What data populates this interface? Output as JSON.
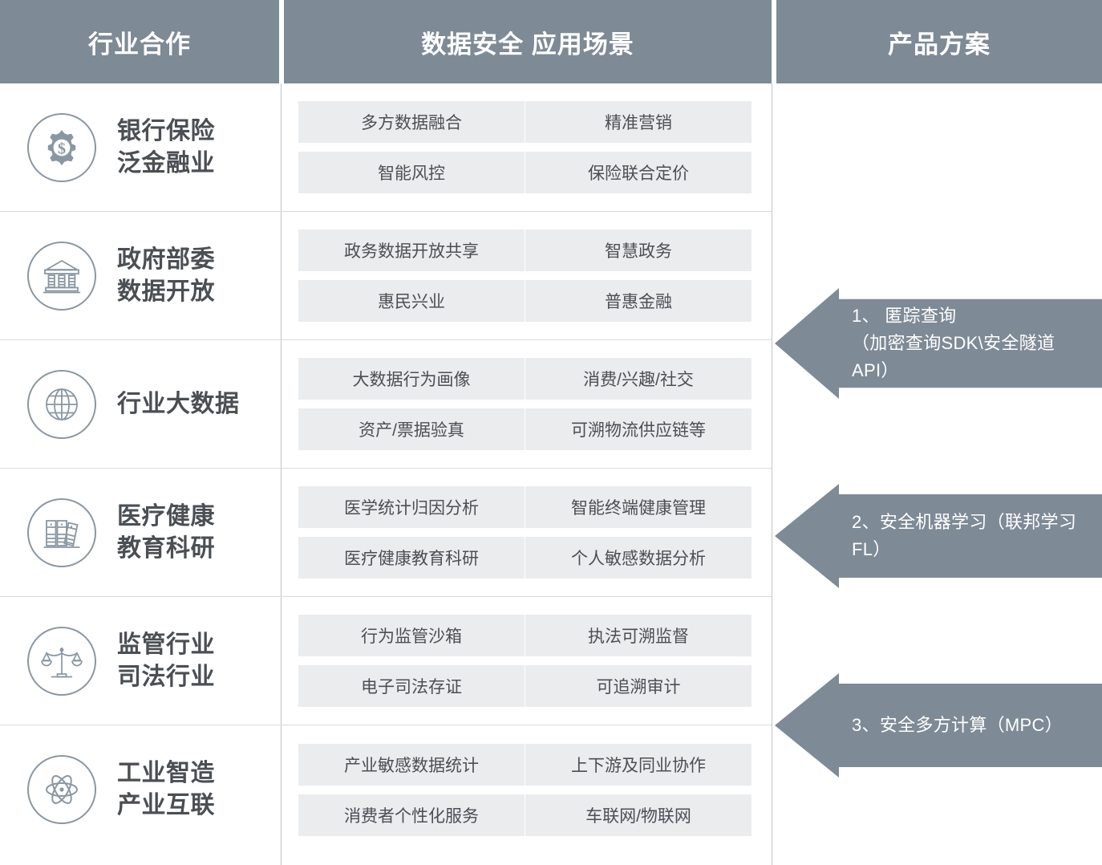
{
  "header": {
    "col1": "行业合作",
    "col2": "数据安全  应用场景",
    "col3": "产品方案"
  },
  "colors": {
    "header_bg": "#7e8a96",
    "arrow_bg": "#7e8a96",
    "tag_bg": "#ebecee",
    "text_dark": "#4b4f54",
    "icon_stroke": "#8a97a3",
    "row_divider": "#d8dade",
    "column_divider": "#bfc3c7"
  },
  "rows": [
    {
      "icon": "gear-dollar-icon",
      "industry": "银行保险\n泛金融业",
      "tags": [
        "多方数据融合",
        "精准营销",
        "智能风控",
        "保险联合定价"
      ]
    },
    {
      "icon": "government-building-icon",
      "industry": "政府部委\n数据开放",
      "tags": [
        "政务数据开放共享",
        "智慧政务",
        "惠民兴业",
        "普惠金融"
      ]
    },
    {
      "icon": "globe-icon",
      "industry": "行业大数据",
      "tags": [
        "大数据行为画像",
        "消费/兴趣/社交",
        "资产/票据验真",
        "可溯物流供应链等"
      ]
    },
    {
      "icon": "books-icon",
      "industry": "医疗健康\n教育科研",
      "tags": [
        "医学统计归因分析",
        "智能终端健康管理",
        "医疗健康教育科研",
        "个人敏感数据分析"
      ]
    },
    {
      "icon": "scales-of-justice-icon",
      "industry": "监管行业\n司法行业",
      "tags": [
        "行为监管沙箱",
        "执法可溯监督",
        "电子司法存证",
        "可追溯审计"
      ]
    },
    {
      "icon": "atom-icon",
      "industry": "工业智造\n产业互联",
      "tags": [
        "产业敏感数据统计",
        "上下游及同业协作",
        "消费者个性化服务",
        "车联网/物联网"
      ]
    }
  ],
  "solutions": [
    {
      "label": "1、 匿踪查询\n（加密查询SDK\\安全隧道API）"
    },
    {
      "label": "2、安全机器学习（联邦学习FL）"
    },
    {
      "label": "3、安全多方计算（MPC）"
    }
  ]
}
